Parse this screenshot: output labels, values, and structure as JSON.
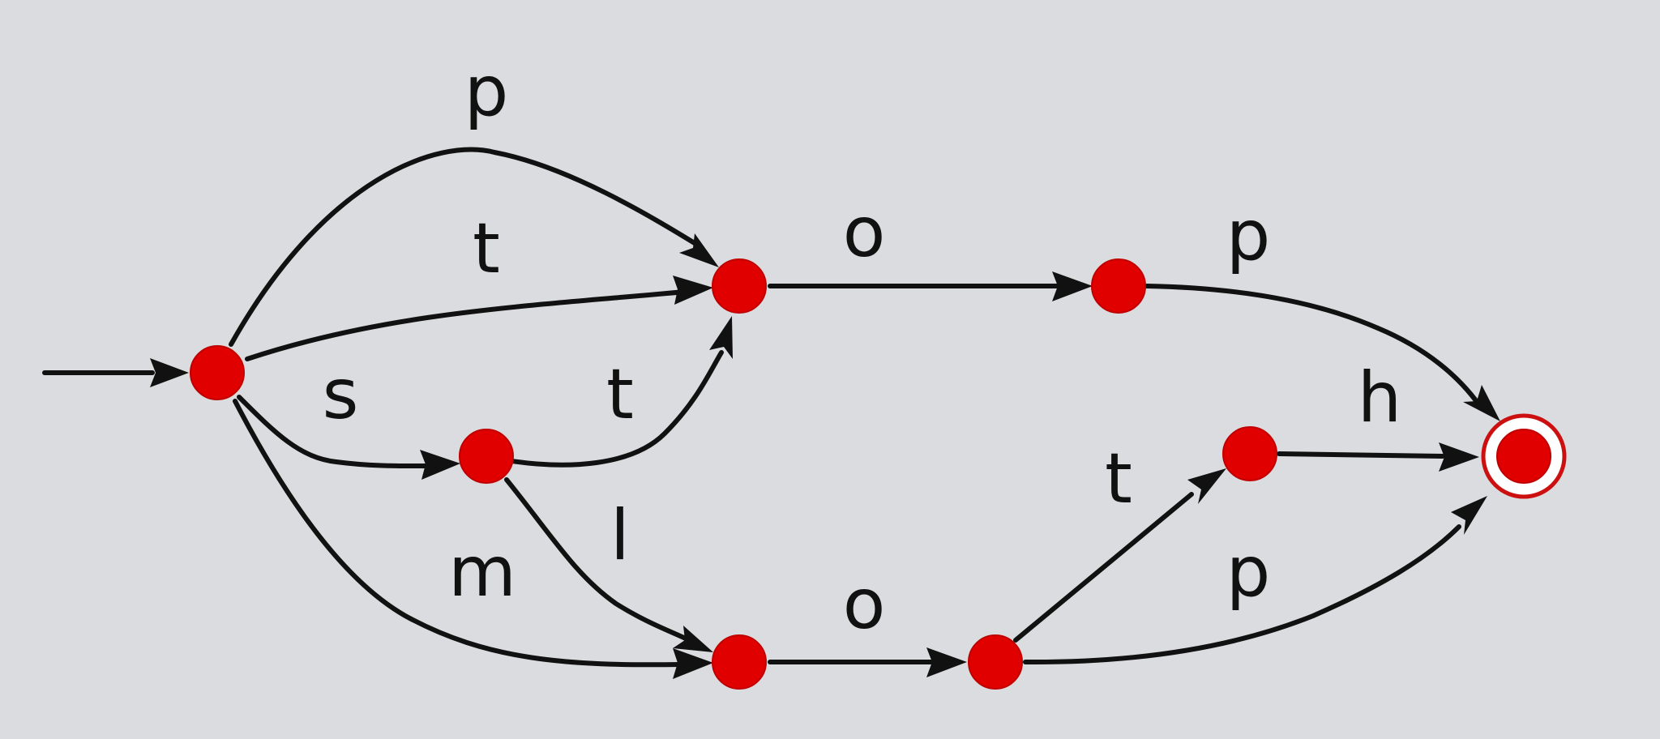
{
  "diagram": {
    "type": "finite-state-automaton",
    "start_state": "q0",
    "accept_states": [
      "q7"
    ],
    "colors": {
      "node": "#e00000",
      "edge": "#111111",
      "accept_ring": "#cc1010",
      "background": "#dadcdf"
    },
    "states": [
      {
        "id": "q0"
      },
      {
        "id": "q1"
      },
      {
        "id": "q2"
      },
      {
        "id": "q3"
      },
      {
        "id": "q4"
      },
      {
        "id": "q5"
      },
      {
        "id": "q6"
      },
      {
        "id": "q7"
      },
      {
        "id": "q8"
      }
    ],
    "transitions": [
      {
        "from": "q0",
        "to": "q1",
        "label": "p"
      },
      {
        "from": "q0",
        "to": "q1",
        "label": "t"
      },
      {
        "from": "q0",
        "to": "q2",
        "label": "s"
      },
      {
        "from": "q2",
        "to": "q1",
        "label": "t"
      },
      {
        "from": "q2",
        "to": "q3",
        "label": "l"
      },
      {
        "from": "q0",
        "to": "q3",
        "label": "m"
      },
      {
        "from": "q1",
        "to": "q4",
        "label": "o"
      },
      {
        "from": "q3",
        "to": "q5",
        "label": "o"
      },
      {
        "from": "q4",
        "to": "q7",
        "label": "p"
      },
      {
        "from": "q5",
        "to": "q6",
        "label": "t"
      },
      {
        "from": "q6",
        "to": "q7",
        "label": "h"
      },
      {
        "from": "q5",
        "to": "q7",
        "label": "p"
      }
    ]
  }
}
